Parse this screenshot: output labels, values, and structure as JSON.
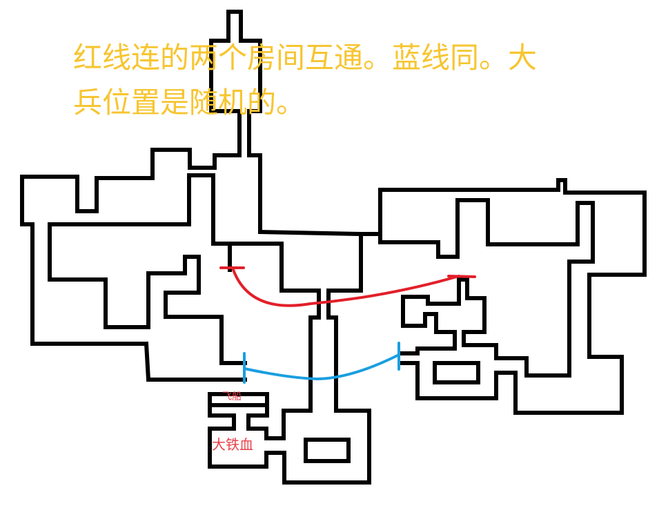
{
  "note": {
    "line1": "红线连的两个房间互通。蓝线同。大",
    "line2": "兵位置是随机的。"
  },
  "labels": {
    "airship": "飞船",
    "big_boss": "大铁血"
  },
  "colors": {
    "note": "#f7c531",
    "red_link": "#e21f2a",
    "blue_link": "#1a9ee0",
    "label": "#e8414a"
  }
}
